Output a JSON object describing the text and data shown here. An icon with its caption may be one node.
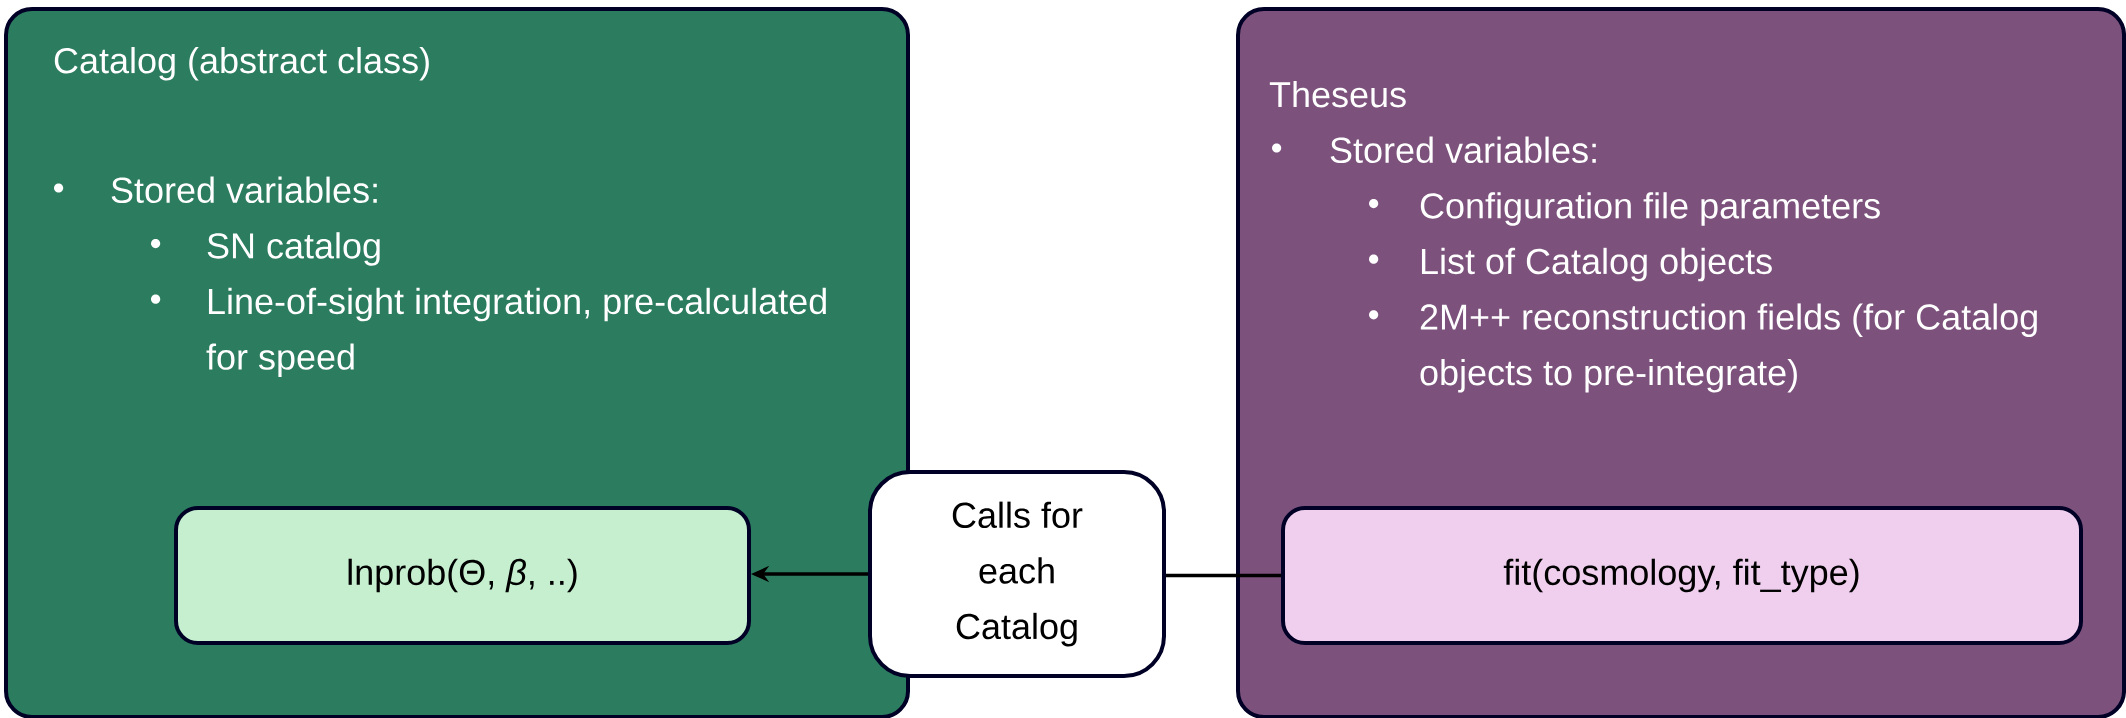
{
  "diagram": {
    "nodes": [
      {
        "text": [
          "Catalog (abstract class)",
          "Stored variables:",
          "SN catalog",
          "Line-of-sight integration, pre-calculated for speed"
        ]
      },
      {
        "text": [
          "lnprob(Θ, *β*, ..)"
        ],
        "in": 0
      },
      {
        "text": [
          "Calls for each Catalog"
        ]
      },
      {
        "text": [
          "Theseus",
          "Stored variables:",
          "Configuration file parameters",
          "List of Catalog objects",
          "2M++ reconstruction fields (for Catalog objects to pre-integrate)"
        ]
      },
      {
        "text": [
          "fit(cosmology, fit_type)"
        ],
        "in": 3
      }
    ],
    "edges": [
      {
        "from": 4,
        "to": 2,
        "arrow": "none"
      },
      {
        "from": 2,
        "to": 1,
        "arrow": "to"
      }
    ]
  }
}
